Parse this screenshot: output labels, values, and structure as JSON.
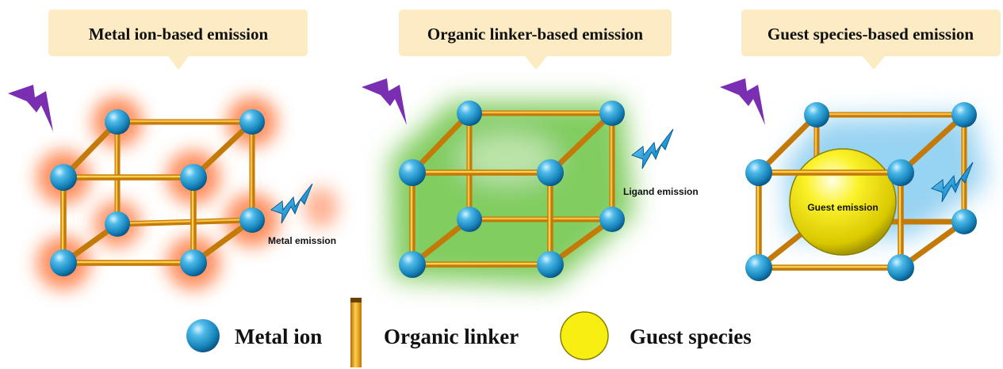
{
  "panels": [
    {
      "title": "Metal ion-based emission",
      "emission_label": "Metal emission"
    },
    {
      "title": "Organic linker-based emission",
      "emission_label": "Ligand emission"
    },
    {
      "title": "Guest species-based emission",
      "emission_label": "Guest emission"
    }
  ],
  "legend": {
    "metal_ion": "Metal ion",
    "organic_linker": "Organic linker",
    "guest_species": "Guest species"
  },
  "icons": {
    "excitation": "lightning-bolt-icon",
    "emission": "zigzag-emission-icon",
    "node": "metal-ion-sphere",
    "linker": "organic-linker-rod",
    "guest": "guest-species-sphere"
  },
  "colors": {
    "title_bubble": "#fcebc3",
    "node": "#1f95cf",
    "linker": "#efa11a",
    "guest": "#f7ef12",
    "bolt": "#7a2fb3",
    "emission_bolt": "#2a9bd8",
    "metal_glow": "#ff6a2a",
    "ligand_glow": "#62c13a",
    "guest_glow": "#52b5ea"
  }
}
